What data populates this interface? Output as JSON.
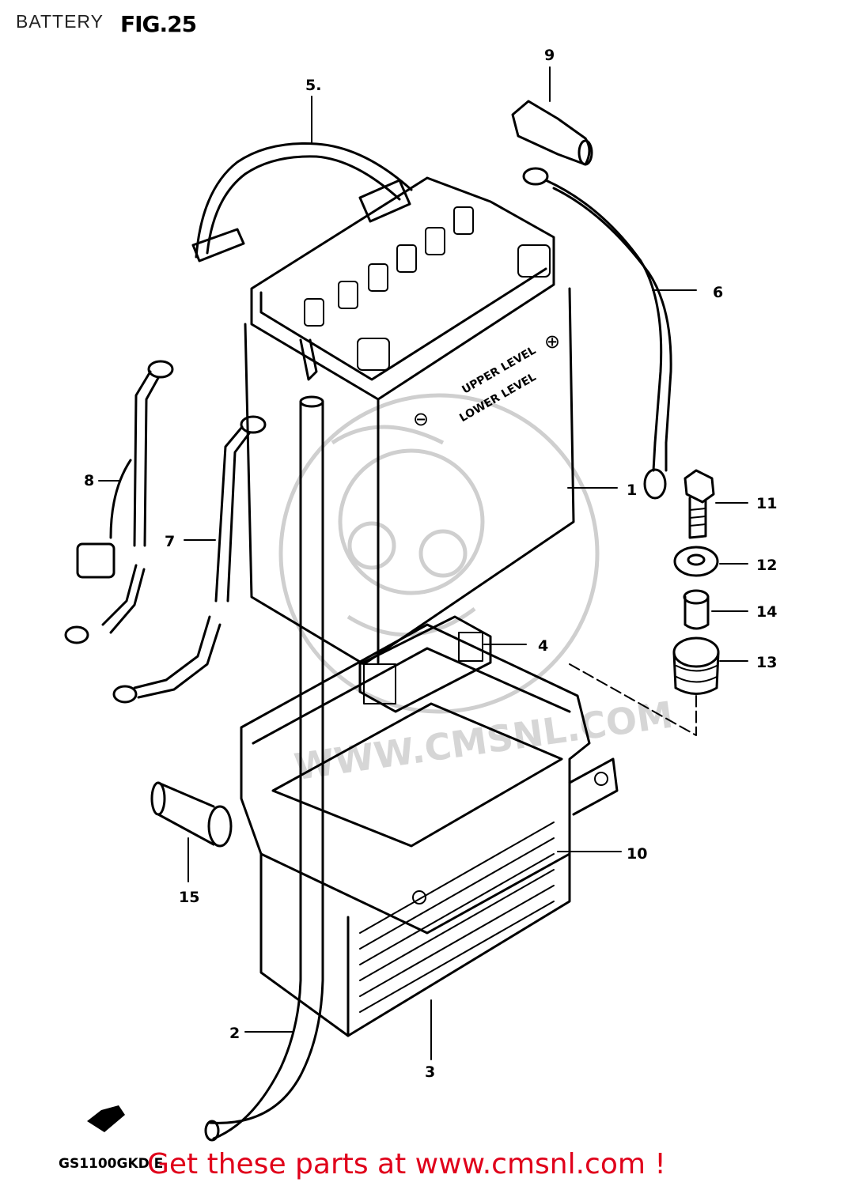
{
  "header": {
    "title": "BATTERY",
    "figure": "FIG.25"
  },
  "callouts": [
    {
      "id": "1",
      "label": "1"
    },
    {
      "id": "2",
      "label": "2"
    },
    {
      "id": "3",
      "label": "3"
    },
    {
      "id": "4",
      "label": "4"
    },
    {
      "id": "5",
      "label": "5."
    },
    {
      "id": "6",
      "label": "6"
    },
    {
      "id": "7",
      "label": "7"
    },
    {
      "id": "8",
      "label": "8"
    },
    {
      "id": "9",
      "label": "9"
    },
    {
      "id": "10",
      "label": "10"
    },
    {
      "id": "11",
      "label": "11"
    },
    {
      "id": "12",
      "label": "12"
    },
    {
      "id": "13",
      "label": "13"
    },
    {
      "id": "14",
      "label": "14"
    },
    {
      "id": "15",
      "label": "15"
    }
  ],
  "battery_markings": {
    "upper": "UPPER LEVEL",
    "lower": "LOWER LEVEL",
    "plus": "⊕",
    "minus": "⊖"
  },
  "watermark": {
    "text": "WWW.CMSNL.COM"
  },
  "footer": {
    "model_code": "GS1100GKD E",
    "link_text": "Get these parts at www.cmsnl.com !"
  }
}
